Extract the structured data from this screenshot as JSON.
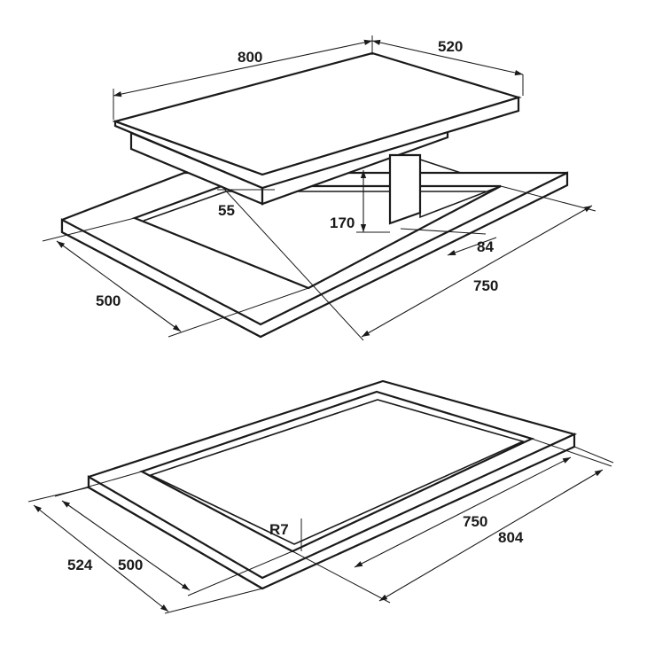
{
  "top_view": {
    "hob_width": "800",
    "hob_depth": "520",
    "hob_thickness": "55",
    "under_height": "170",
    "front_offset": "84",
    "cutout_width": "750",
    "cutout_depth": "500"
  },
  "bottom_view": {
    "corner_radius": "R7",
    "cutout_width": "750",
    "frame_width": "804",
    "frame_depth": "524",
    "cutout_depth": "500"
  },
  "colors": {
    "line": "#1a1a1a",
    "background": "#ffffff"
  }
}
